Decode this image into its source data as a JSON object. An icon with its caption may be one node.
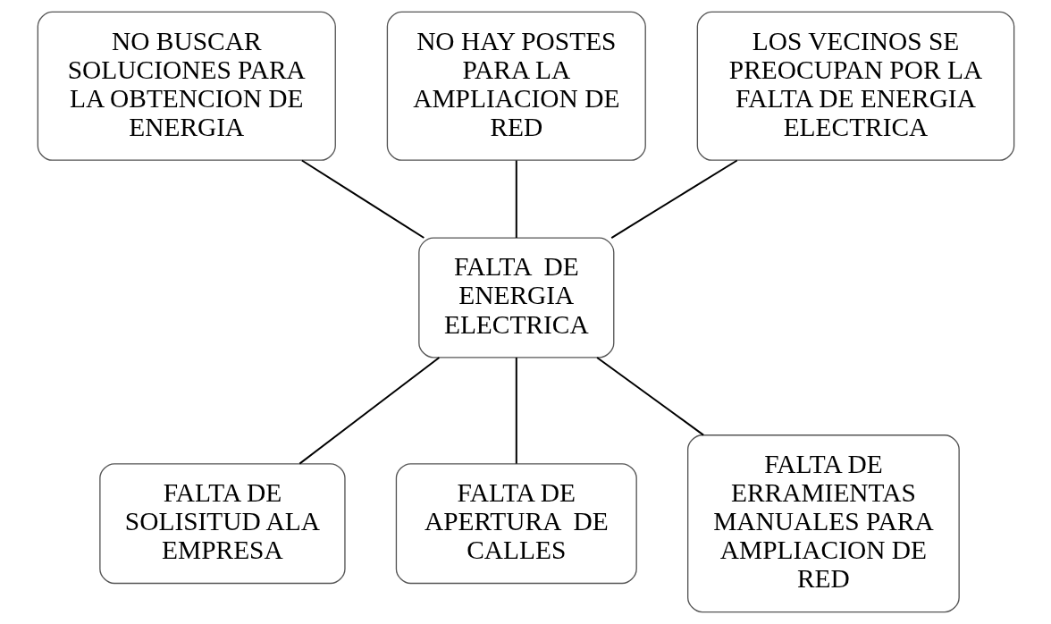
{
  "diagram": {
    "nodes": [
      {
        "text": [
          "NO BUSCAR SOLUCIONES PARA LA OBTENCION DE ENERGIA"
        ]
      },
      {
        "text": [
          "NO HAY POSTES PARA LA AMPLIACION DE RED"
        ]
      },
      {
        "text": [
          "LOS VECINOS SE PREOCUPAN POR LA FALTA DE ENERGIA ELECTRICA"
        ]
      },
      {
        "text": [
          "FALTA  DE ENERGIA ELECTRICA"
        ]
      },
      {
        "text": [
          "FALTA DE SOLISITUD ALA EMPRESA"
        ]
      },
      {
        "text": [
          "FALTA DE APERTURA  DE CALLES"
        ]
      },
      {
        "text": [
          "FALTA DE ERRAMIENTAS MANUALES PARA AMPLIACION DE RED"
        ]
      }
    ],
    "edges": [
      {
        "from": 0,
        "to": 3,
        "arrow": "none"
      },
      {
        "from": 1,
        "to": 3,
        "arrow": "none"
      },
      {
        "from": 2,
        "to": 3,
        "arrow": "none"
      },
      {
        "from": 3,
        "to": 4,
        "arrow": "none"
      },
      {
        "from": 3,
        "to": 5,
        "arrow": "none"
      },
      {
        "from": 3,
        "to": 6,
        "arrow": "none"
      }
    ]
  }
}
